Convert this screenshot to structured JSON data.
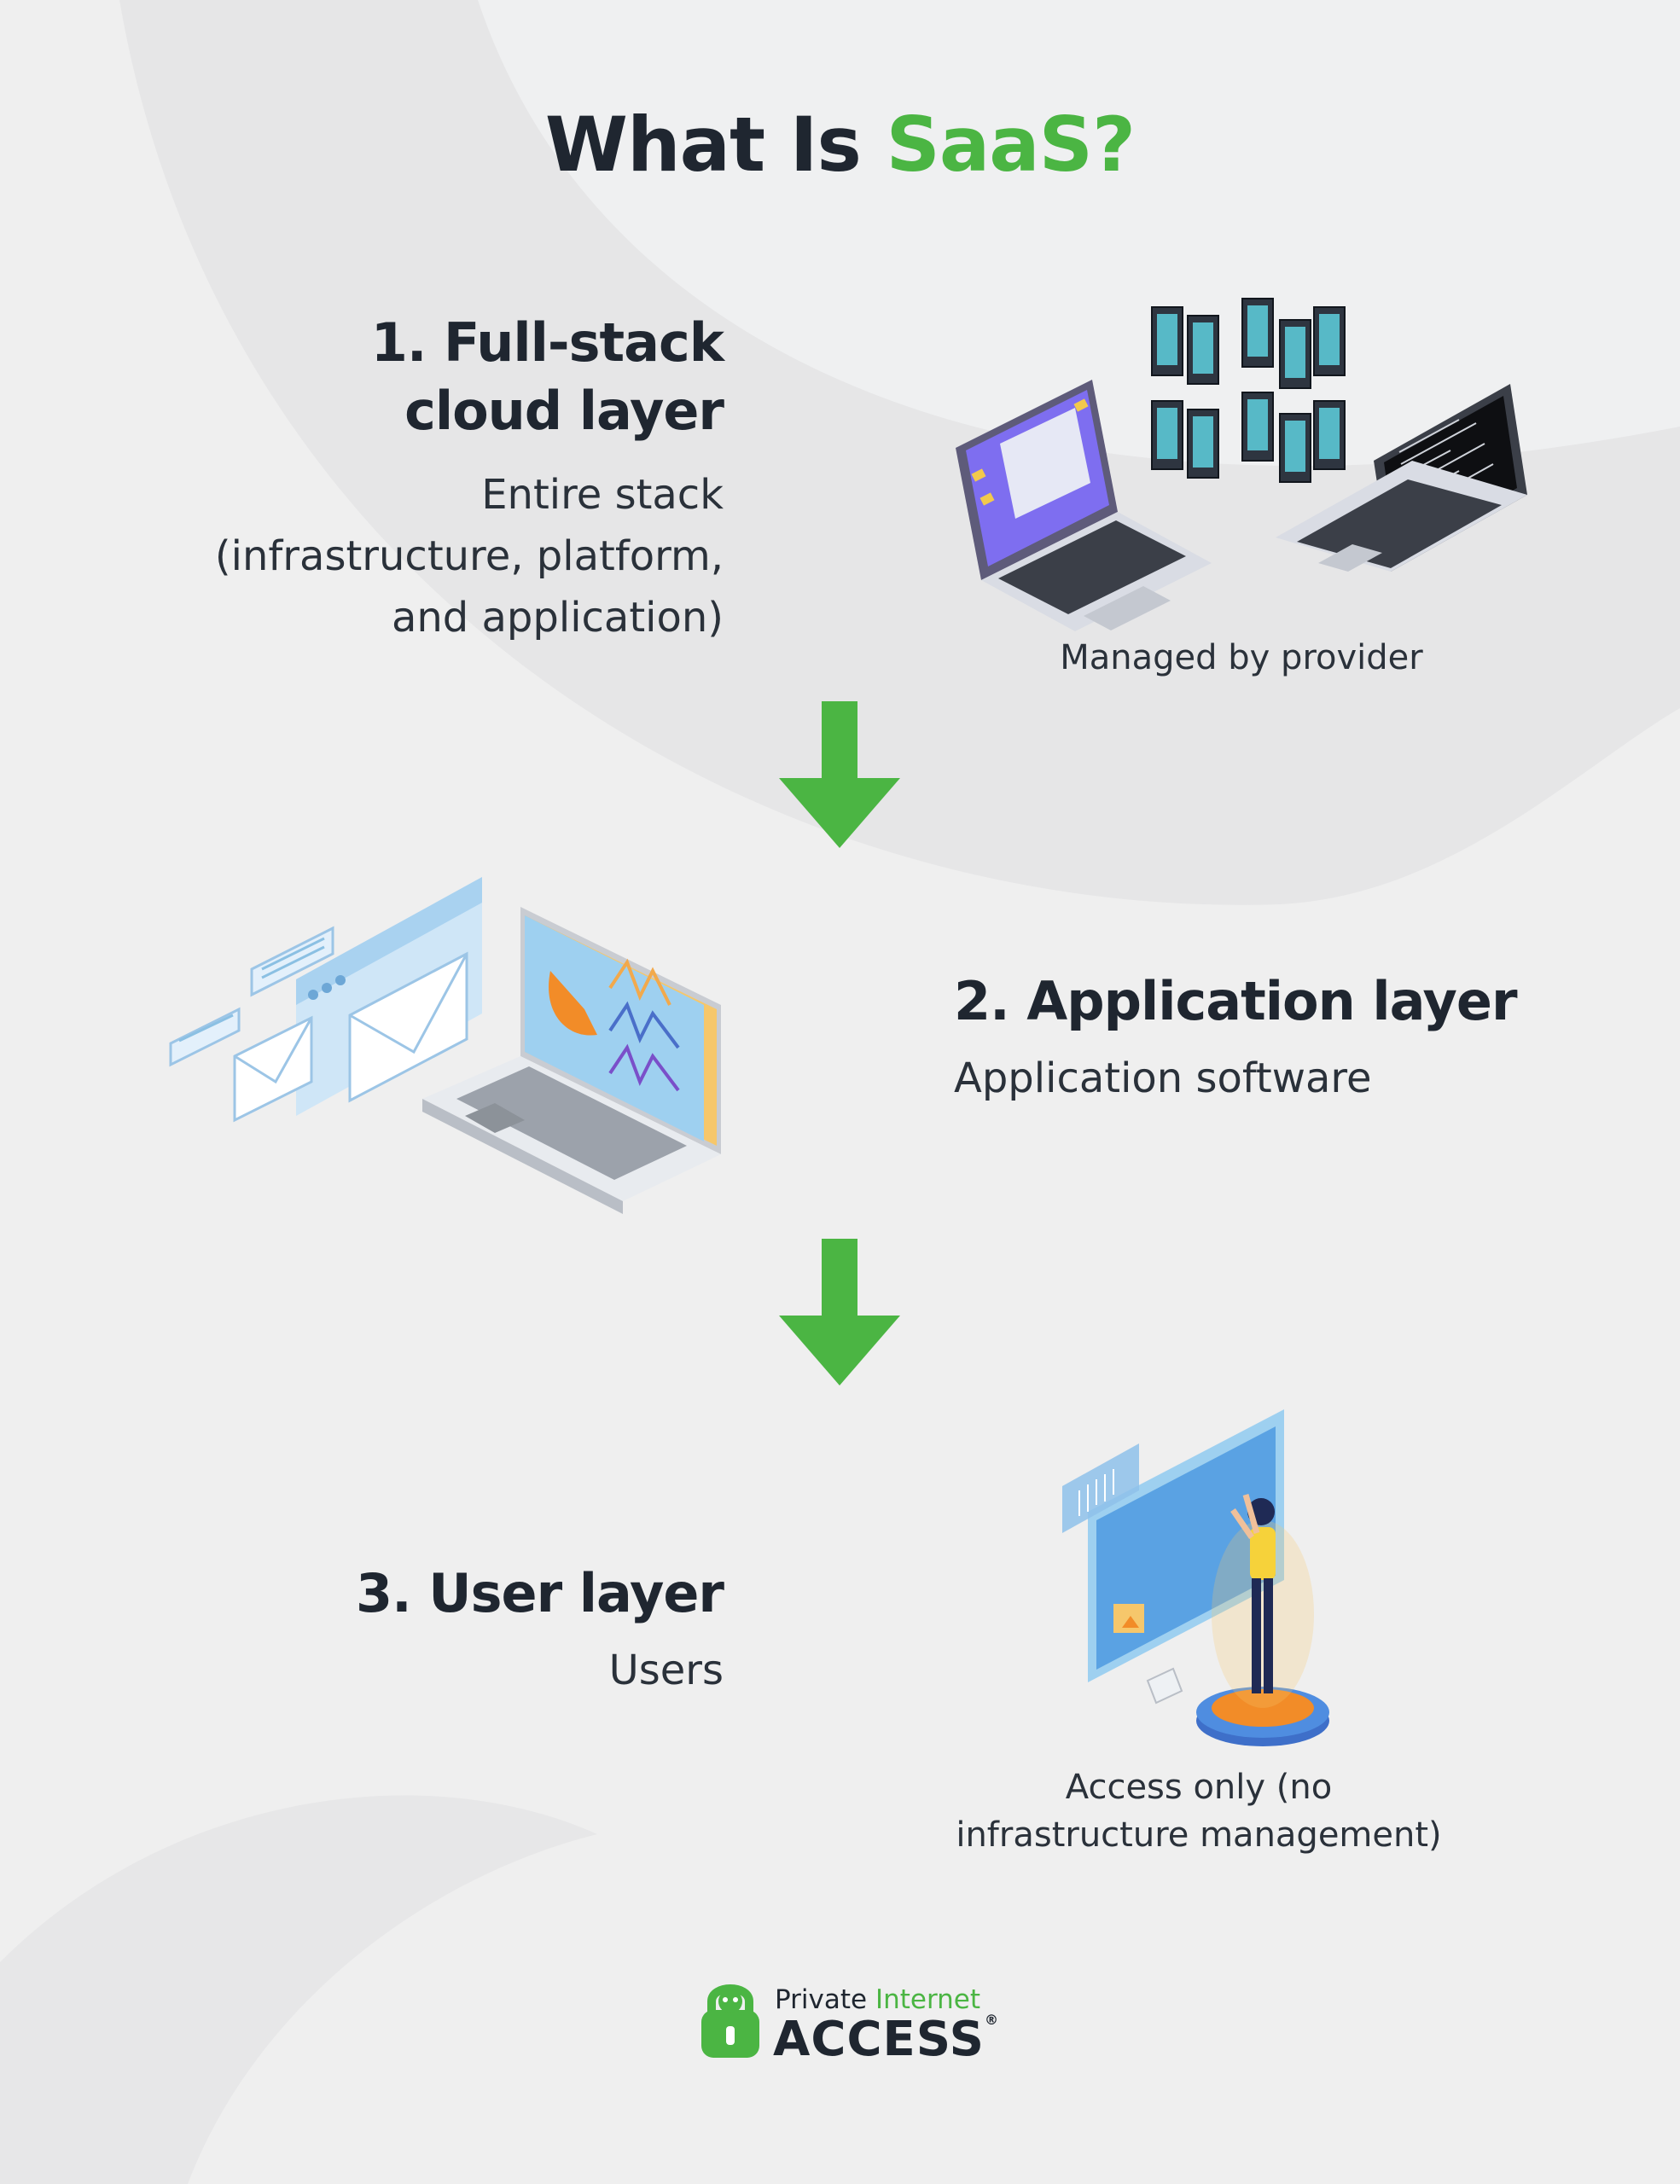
{
  "title": {
    "prefix": "What Is",
    "accent": "SaaS?"
  },
  "layers": [
    {
      "heading_line1": "1. Full-stack",
      "heading_line2": "cloud layer",
      "desc_line1": "Entire stack",
      "desc_line2": "(infrastructure, platform,",
      "desc_line3": "and application)",
      "illustration_caption": "Managed by provider"
    },
    {
      "heading": "2. Application layer",
      "desc": "Application software"
    },
    {
      "heading": "3. User layer",
      "desc": "Users",
      "caption_line1": "Access only (no",
      "caption_line2": "infrastructure management)"
    }
  ],
  "logo": {
    "line1_a": "Private",
    "line1_b": "Internet",
    "line2": "ACCESS",
    "mark": "®"
  },
  "colors": {
    "accent": "#4bb543",
    "text": "#1f2630",
    "background": "#efefef"
  },
  "icons": [
    "arrow-down-icon",
    "laptop-icon",
    "server-rack-icon",
    "email-icon",
    "dashboard-laptop-icon",
    "user-touchscreen-icon",
    "padlock-logo-icon"
  ]
}
